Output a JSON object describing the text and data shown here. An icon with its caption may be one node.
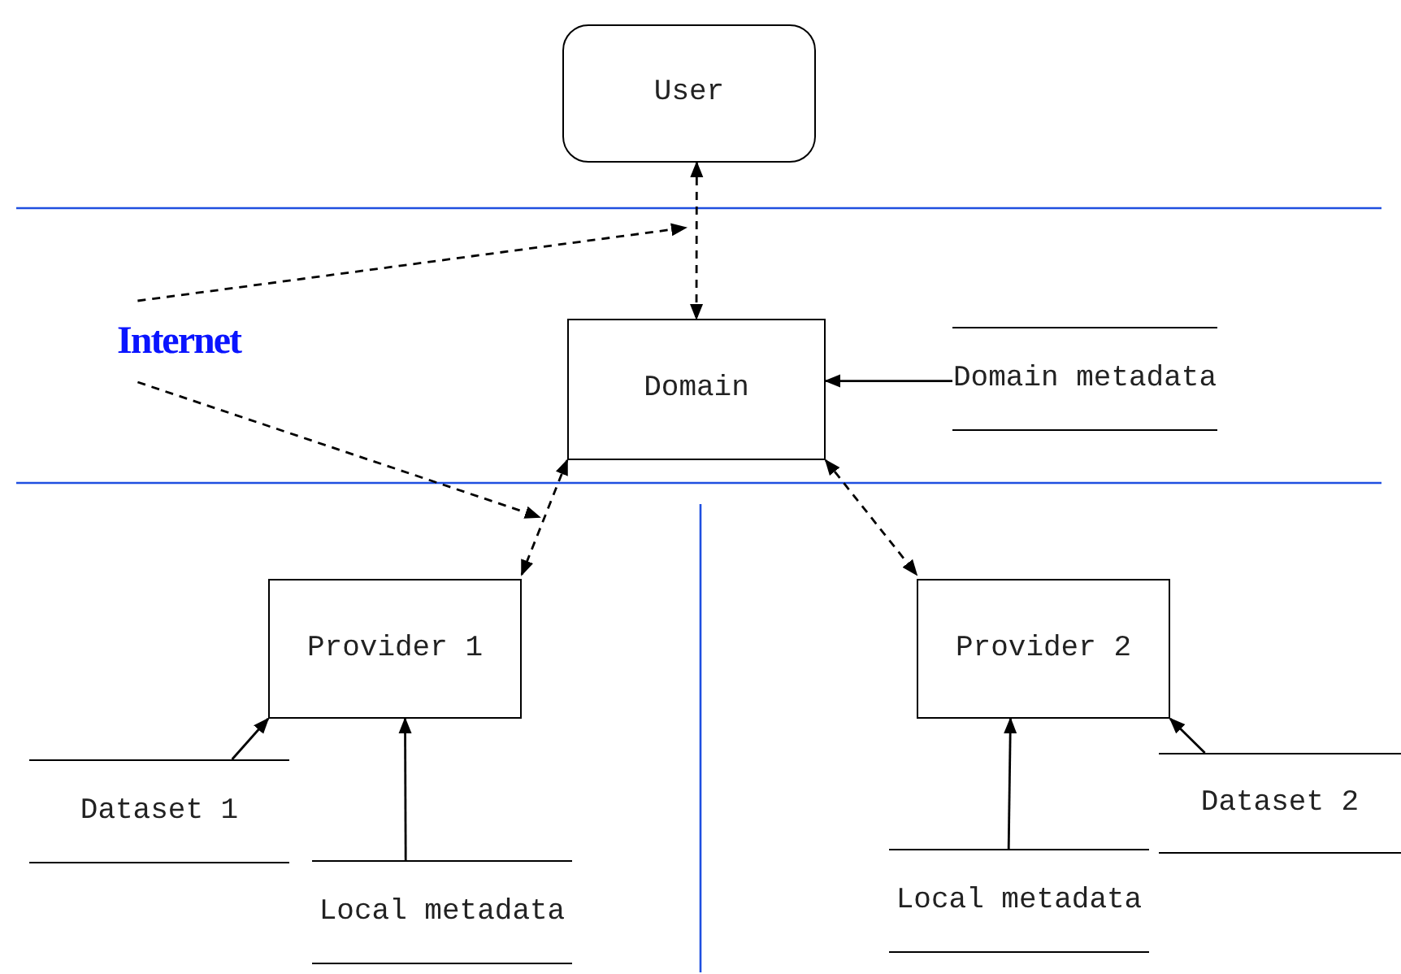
{
  "diagram": {
    "nodes": [
      {
        "text": [
          "User"
        ]
      },
      {
        "text": [
          "Internet"
        ]
      },
      {
        "text": [
          "Domain"
        ]
      },
      {
        "text": [
          "Domain metadata"
        ]
      },
      {
        "text": [
          "Provider 1"
        ]
      },
      {
        "text": [
          "Provider 2"
        ]
      },
      {
        "text": [
          "Dataset 1"
        ]
      },
      {
        "text": [
          "Local metadata"
        ]
      },
      {
        "text": [
          "Local metadata"
        ]
      },
      {
        "text": [
          "Dataset 2"
        ]
      }
    ],
    "edges": [
      {
        "from": 0,
        "to": 2,
        "arrow": "both",
        "style": "dashed"
      },
      {
        "from": 1,
        "to": null,
        "arrow": "to",
        "style": "dashed"
      },
      {
        "from": 1,
        "to": null,
        "arrow": "to",
        "style": "dashed"
      },
      {
        "from": 2,
        "to": 4,
        "arrow": "both",
        "style": "dashed"
      },
      {
        "from": 2,
        "to": 5,
        "arrow": "both",
        "style": "dashed"
      },
      {
        "from": 3,
        "to": 2,
        "arrow": "to"
      },
      {
        "from": 6,
        "to": 4,
        "arrow": "to"
      },
      {
        "from": 7,
        "to": 4,
        "arrow": "to"
      },
      {
        "from": 8,
        "to": 5,
        "arrow": "to"
      },
      {
        "from": 9,
        "to": 5,
        "arrow": "to"
      }
    ]
  }
}
